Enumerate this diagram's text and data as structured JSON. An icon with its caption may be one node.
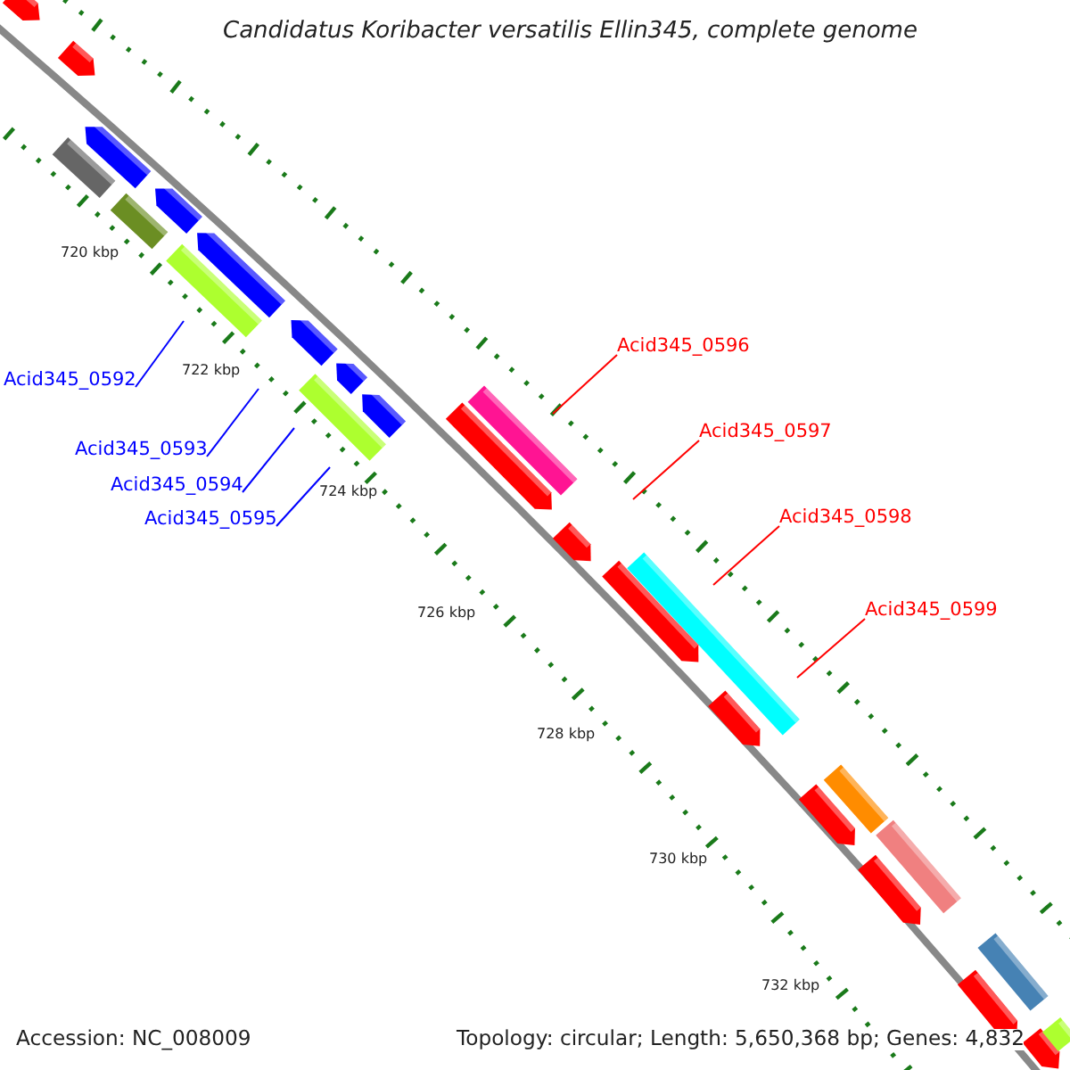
{
  "diagram": {
    "title": "Candidatus Koribacter versatilis Ellin345, complete genome",
    "nodes": [
      {
        "text": [
          "Acid345_0592"
        ]
      },
      {
        "text": [
          "Acid345_0593"
        ]
      },
      {
        "text": [
          "Acid345_0594"
        ]
      },
      {
        "text": [
          "Acid345_0595"
        ]
      },
      {
        "text": [
          "Acid345_0596"
        ]
      },
      {
        "text": [
          "Acid345_0597"
        ]
      },
      {
        "text": [
          "Acid345_0598"
        ]
      },
      {
        "text": [
          "Acid345_0599"
        ]
      }
    ],
    "edges": [
      {
        "from": 0,
        "to": null,
        "arrow": "none",
        "color": "#0000ff"
      },
      {
        "from": 1,
        "to": null,
        "arrow": "none",
        "color": "#0000ff"
      },
      {
        "from": 2,
        "to": null,
        "arrow": "none",
        "color": "#0000ff"
      },
      {
        "from": 3,
        "to": null,
        "arrow": "none",
        "color": "#0000ff"
      },
      {
        "from": 4,
        "to": null,
        "arrow": "none",
        "color": "#ff0000"
      },
      {
        "from": 5,
        "to": null,
        "arrow": "none",
        "color": "#ff0000"
      },
      {
        "from": 6,
        "to": null,
        "arrow": "none",
        "color": "#ff0000"
      },
      {
        "from": 7,
        "to": null,
        "arrow": "none",
        "color": "#ff0000"
      }
    ],
    "labels": [
      "720 kbp",
      "722 kbp",
      "724 kbp",
      "726 kbp",
      "728 kbp",
      "730 kbp",
      "732 kbp",
      "Accession: NC_008009",
      "Topology: circular; Length: 5,650,368 bp; Genes: 4,832"
    ]
  }
}
